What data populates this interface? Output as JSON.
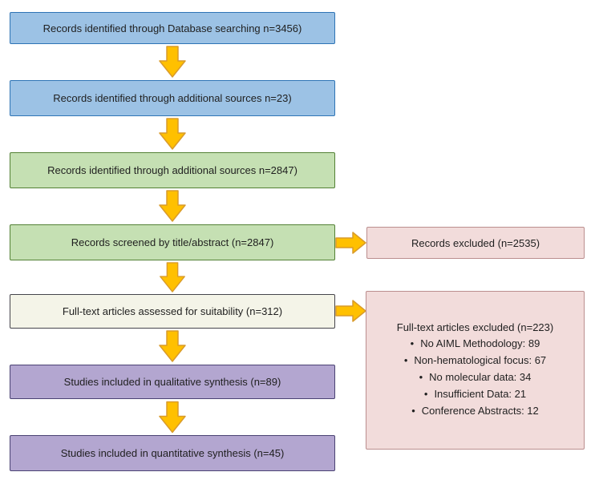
{
  "flow": {
    "main_boxes": [
      {
        "label": "Records identified through Database searching  n=3456)"
      },
      {
        "label": "Records identified through additional sources n=23)"
      },
      {
        "label": "Records identified through additional sources n=2847)"
      },
      {
        "label": "Records screened by title/abstract (n=2847)"
      },
      {
        "label": "Full-text articles assessed for suitability (n=312)"
      },
      {
        "label": "Studies included in qualitative synthesis (n=89)"
      },
      {
        "label": "Studies included in quantitative synthesis (n=45)"
      }
    ],
    "records_excluded": {
      "label": "Records excluded (n=2535)"
    },
    "fulltext_excluded": {
      "title": "Full-text articles excluded (n=223)",
      "items": [
        "No AIML Methodology: 89",
        "Non-hematological focus: 67",
        "No molecular data: 34",
        "Insufficient Data: 21",
        "Conference Abstracts: 12"
      ]
    },
    "colors": {
      "blue_fill": "#9CC2E5",
      "blue_border": "#2E74B5",
      "green_fill": "#C5E0B3",
      "green_border": "#538135",
      "cream_fill": "#F4F4E8",
      "cream_border": "#46454C",
      "purple_fill": "#B3A6D0",
      "purple_border": "#4A4273",
      "pink_fill": "#F2DCDB",
      "pink_border": "#BB8E8E",
      "arrow_fill": "#FFC000",
      "arrow_border": "#D99B2B"
    }
  }
}
